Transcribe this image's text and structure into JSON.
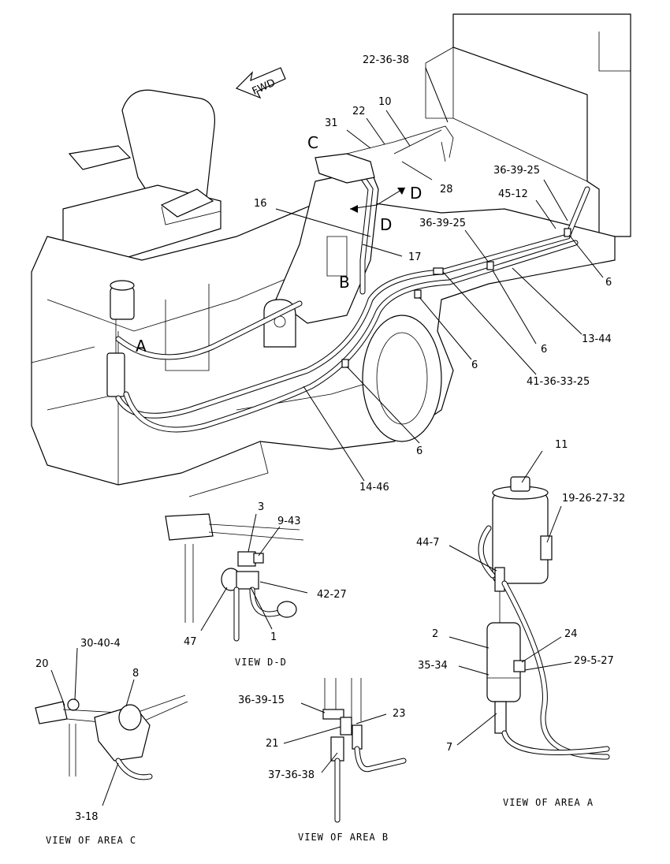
{
  "fwd_label": "FWD",
  "callouts": [
    {
      "id": "c-22-36-38",
      "text": "22-36-38"
    },
    {
      "id": "c-22",
      "text": "22"
    },
    {
      "id": "c-10",
      "text": "10"
    },
    {
      "id": "c-31",
      "text": "31"
    },
    {
      "id": "c-28",
      "text": "28"
    },
    {
      "id": "c-36-39-25-a",
      "text": "36-39-25"
    },
    {
      "id": "c-45-12",
      "text": "45-12"
    },
    {
      "id": "c-16",
      "text": "16"
    },
    {
      "id": "c-17",
      "text": "17"
    },
    {
      "id": "c-36-39-25-b",
      "text": "36-39-25"
    },
    {
      "id": "c-6-a",
      "text": "6"
    },
    {
      "id": "c-6-b",
      "text": "6"
    },
    {
      "id": "c-13-44",
      "text": "13-44"
    },
    {
      "id": "c-6-c",
      "text": "6"
    },
    {
      "id": "c-41-36-33-25",
      "text": "41-36-33-25"
    },
    {
      "id": "c-6-d",
      "text": "6"
    },
    {
      "id": "c-14-46",
      "text": "14-46"
    },
    {
      "id": "c-11",
      "text": "11"
    },
    {
      "id": "c-19-26-27-32",
      "text": "19-26-27-32"
    },
    {
      "id": "c-3",
      "text": "3"
    },
    {
      "id": "c-9-43",
      "text": "9-43"
    },
    {
      "id": "c-42-27",
      "text": "42-27"
    },
    {
      "id": "c-47",
      "text": "47"
    },
    {
      "id": "c-1",
      "text": "1"
    },
    {
      "id": "c-44-7",
      "text": "44-7"
    },
    {
      "id": "c-2",
      "text": "2"
    },
    {
      "id": "c-24",
      "text": "24"
    },
    {
      "id": "c-35-34",
      "text": "35-34"
    },
    {
      "id": "c-29-5-27",
      "text": "29-5-27"
    },
    {
      "id": "c-7",
      "text": "7"
    },
    {
      "id": "c-30-40-4",
      "text": "30-40-4"
    },
    {
      "id": "c-20",
      "text": "20"
    },
    {
      "id": "c-8",
      "text": "8"
    },
    {
      "id": "c-3-18",
      "text": "3-18"
    },
    {
      "id": "c-36-39-15",
      "text": "36-39-15"
    },
    {
      "id": "c-23",
      "text": "23"
    },
    {
      "id": "c-21",
      "text": "21"
    },
    {
      "id": "c-37-36-38",
      "text": "37-36-38"
    }
  ],
  "area_letters": {
    "a": "A",
    "b": "B",
    "c": "C",
    "d1": "D",
    "d2": "D"
  },
  "view_titles": {
    "view_dd": "VIEW D-D",
    "view_c": "VIEW OF AREA C",
    "view_b": "VIEW OF AREA B",
    "view_a": "VIEW OF AREA A"
  }
}
